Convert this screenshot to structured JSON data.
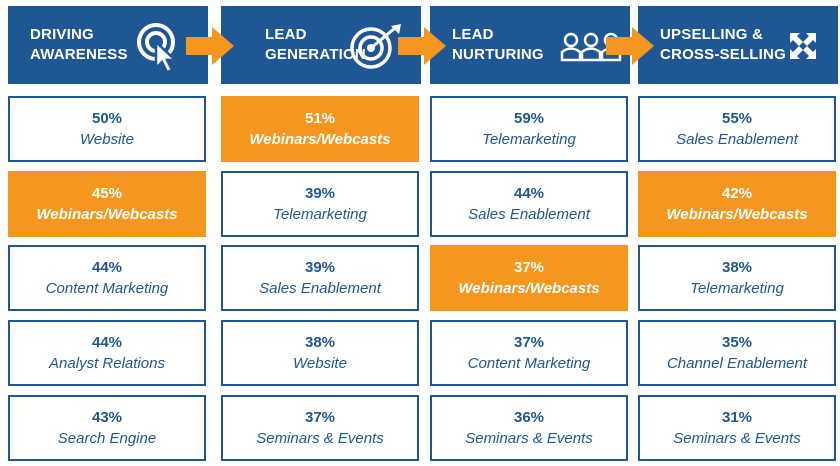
{
  "colors": {
    "header_bg": "#1f5694",
    "highlight": "#f5961e",
    "text": "#1f5694"
  },
  "stages": [
    {
      "title_line1": "DRIVING",
      "title_line2": "AWARENESS",
      "icon": "cursor-target-icon",
      "rows": [
        {
          "value": "50%",
          "label": "Website",
          "highlight": false
        },
        {
          "value": "45%",
          "label": "Webinars/Webcasts",
          "highlight": true
        },
        {
          "value": "44%",
          "label": "Content Marketing",
          "highlight": false
        },
        {
          "value": "44%",
          "label": "Analyst Relations",
          "highlight": false
        },
        {
          "value": "43%",
          "label": "Search Engine",
          "highlight": false
        }
      ]
    },
    {
      "title_line1": "LEAD",
      "title_line2": "GENERATION",
      "icon": "target-dart-icon",
      "rows": [
        {
          "value": "51%",
          "label": "Webinars/Webcasts",
          "highlight": true
        },
        {
          "value": "39%",
          "label": "Telemarketing",
          "highlight": false
        },
        {
          "value": "39%",
          "label": "Sales Enablement",
          "highlight": false
        },
        {
          "value": "38%",
          "label": "Website",
          "highlight": false
        },
        {
          "value": "37%",
          "label": "Seminars & Events",
          "highlight": false
        }
      ]
    },
    {
      "title_line1": "LEAD",
      "title_line2": "NURTURING",
      "icon": "people-group-icon",
      "rows": [
        {
          "value": "59%",
          "label": "Telemarketing",
          "highlight": false
        },
        {
          "value": "44%",
          "label": "Sales Enablement",
          "highlight": false
        },
        {
          "value": "37%",
          "label": "Webinars/Webcasts",
          "highlight": true
        },
        {
          "value": "37%",
          "label": "Content Marketing",
          "highlight": false
        },
        {
          "value": "36%",
          "label": "Seminars & Events",
          "highlight": false
        }
      ]
    },
    {
      "title_line1": "UPSELLING &",
      "title_line2": "CROSS-SELLING",
      "icon": "expand-arrows-icon",
      "rows": [
        {
          "value": "55%",
          "label": "Sales Enablement",
          "highlight": false
        },
        {
          "value": "42%",
          "label": "Webinars/Webcasts",
          "highlight": true
        },
        {
          "value": "38%",
          "label": "Telemarketing",
          "highlight": false
        },
        {
          "value": "35%",
          "label": "Channel Enablement",
          "highlight": false
        },
        {
          "value": "31%",
          "label": "Seminars & Events",
          "highlight": false
        }
      ]
    }
  ]
}
